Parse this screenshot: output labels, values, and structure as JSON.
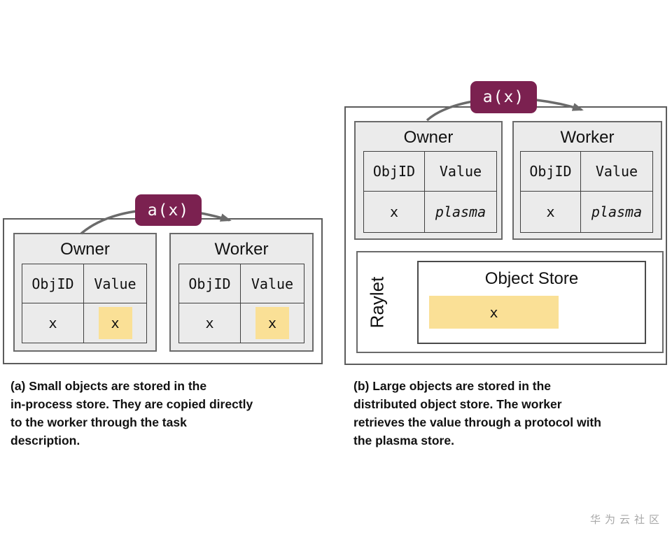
{
  "figure_a": {
    "badge_label": "a(x)",
    "owner_table": {
      "title": "Owner",
      "headers": [
        "ObjID",
        "Value"
      ],
      "row": [
        "x",
        "x"
      ],
      "value_highlighted": true
    },
    "worker_table": {
      "title": "Worker",
      "headers": [
        "ObjID",
        "Value"
      ],
      "row": [
        "x",
        "x"
      ],
      "value_highlighted": true
    },
    "caption_lines": [
      "(a) Small objects are stored in the",
      "in-process store. They are copied directly",
      "to the worker through the task",
      "description."
    ]
  },
  "figure_b": {
    "badge_label": "a(x)",
    "owner_table": {
      "title": "Owner",
      "headers": [
        "ObjID",
        "Value"
      ],
      "row": [
        "x",
        "plasma"
      ],
      "value_highlighted": false
    },
    "worker_table": {
      "title": "Worker",
      "headers": [
        "ObjID",
        "Value"
      ],
      "row": [
        "x",
        "plasma"
      ],
      "value_highlighted": false
    },
    "raylet_label": "Raylet",
    "object_store": {
      "title": "Object Store",
      "object_label": "x"
    },
    "caption_lines": [
      "(b) Large objects are stored in the",
      "distributed object store. The worker",
      "retrieves the value through a protocol with",
      "the plasma store."
    ]
  },
  "watermark": "华为云社区",
  "colors": {
    "badge": "#7B2150",
    "node_fill": "#EBEBEB",
    "node_border": "#6A6A6A",
    "highlight_yellow": "#FAE096",
    "arrow_gray": "#6B6B6B",
    "outer_border": "#5C5C5C",
    "watermark_gray": "#A8A8A8"
  }
}
